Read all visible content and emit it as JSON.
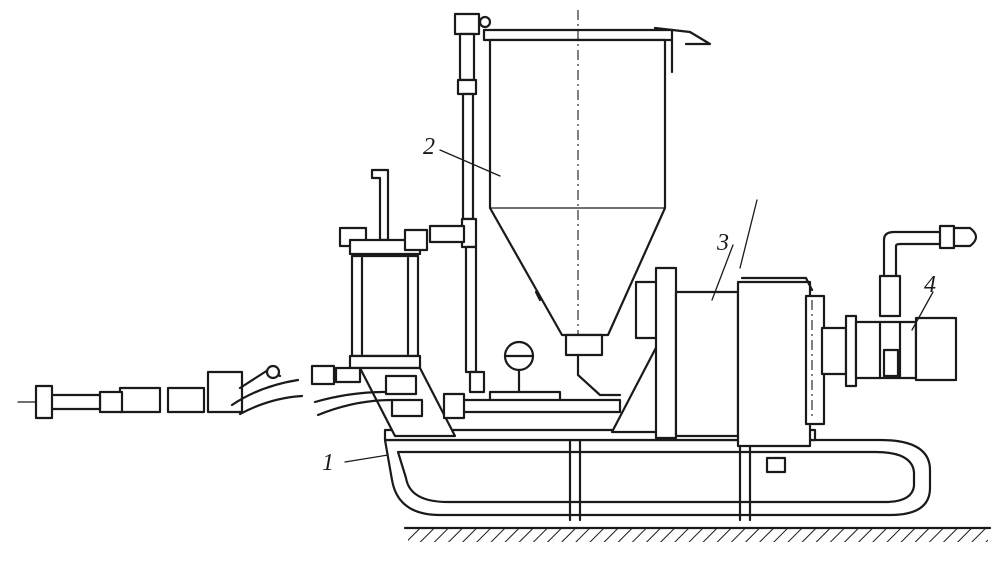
{
  "callouts": [
    {
      "id": "1",
      "text": "1"
    },
    {
      "id": "2",
      "text": "2"
    },
    {
      "id": "3",
      "text": "3"
    },
    {
      "id": "4",
      "text": "4"
    }
  ],
  "colors": {
    "ink": "#1a1a1a",
    "paper": "#ffffff"
  }
}
